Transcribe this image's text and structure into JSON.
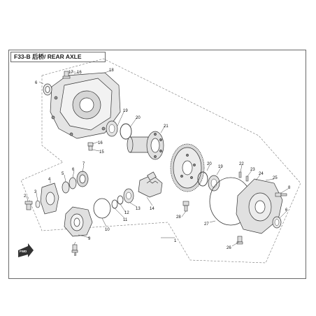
{
  "title": "F33-B 后桥/ REAR AXLE",
  "callouts": [
    "1",
    "2",
    "3",
    "4",
    "5",
    "6",
    "7",
    "8",
    "9",
    "10",
    "11",
    "12",
    "13",
    "14",
    "15",
    "16",
    "17",
    "18",
    "19",
    "20",
    "21",
    "22",
    "23",
    "24",
    "25",
    "26",
    "27",
    "28"
  ],
  "front_mark": "FWD"
}
